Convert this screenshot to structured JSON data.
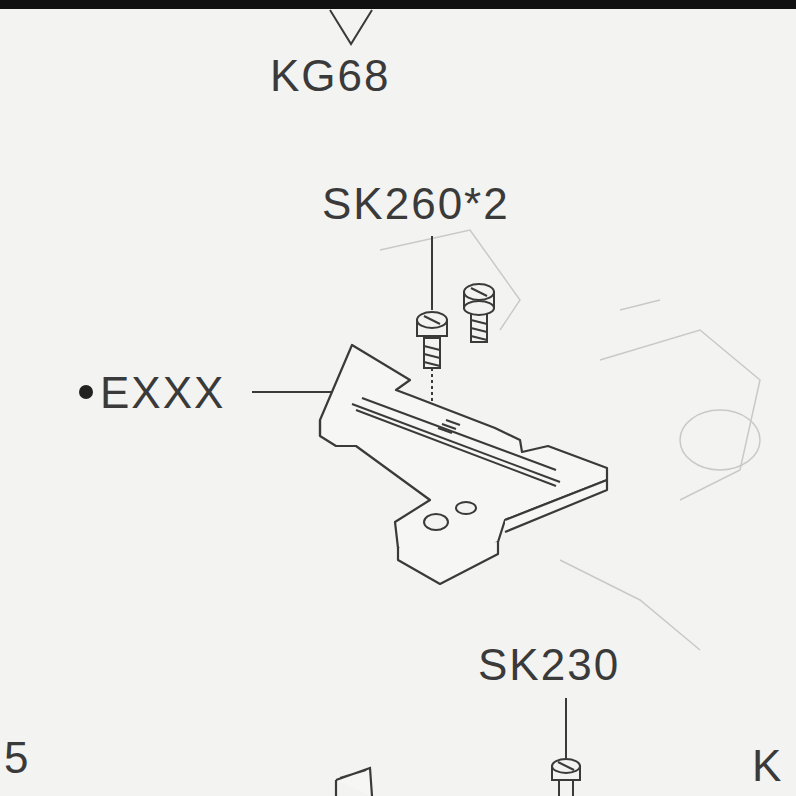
{
  "diagram": {
    "labels": [
      "KG68",
      "SK260*2",
      "EXXX",
      "SK230",
      "5",
      "K"
    ]
  }
}
